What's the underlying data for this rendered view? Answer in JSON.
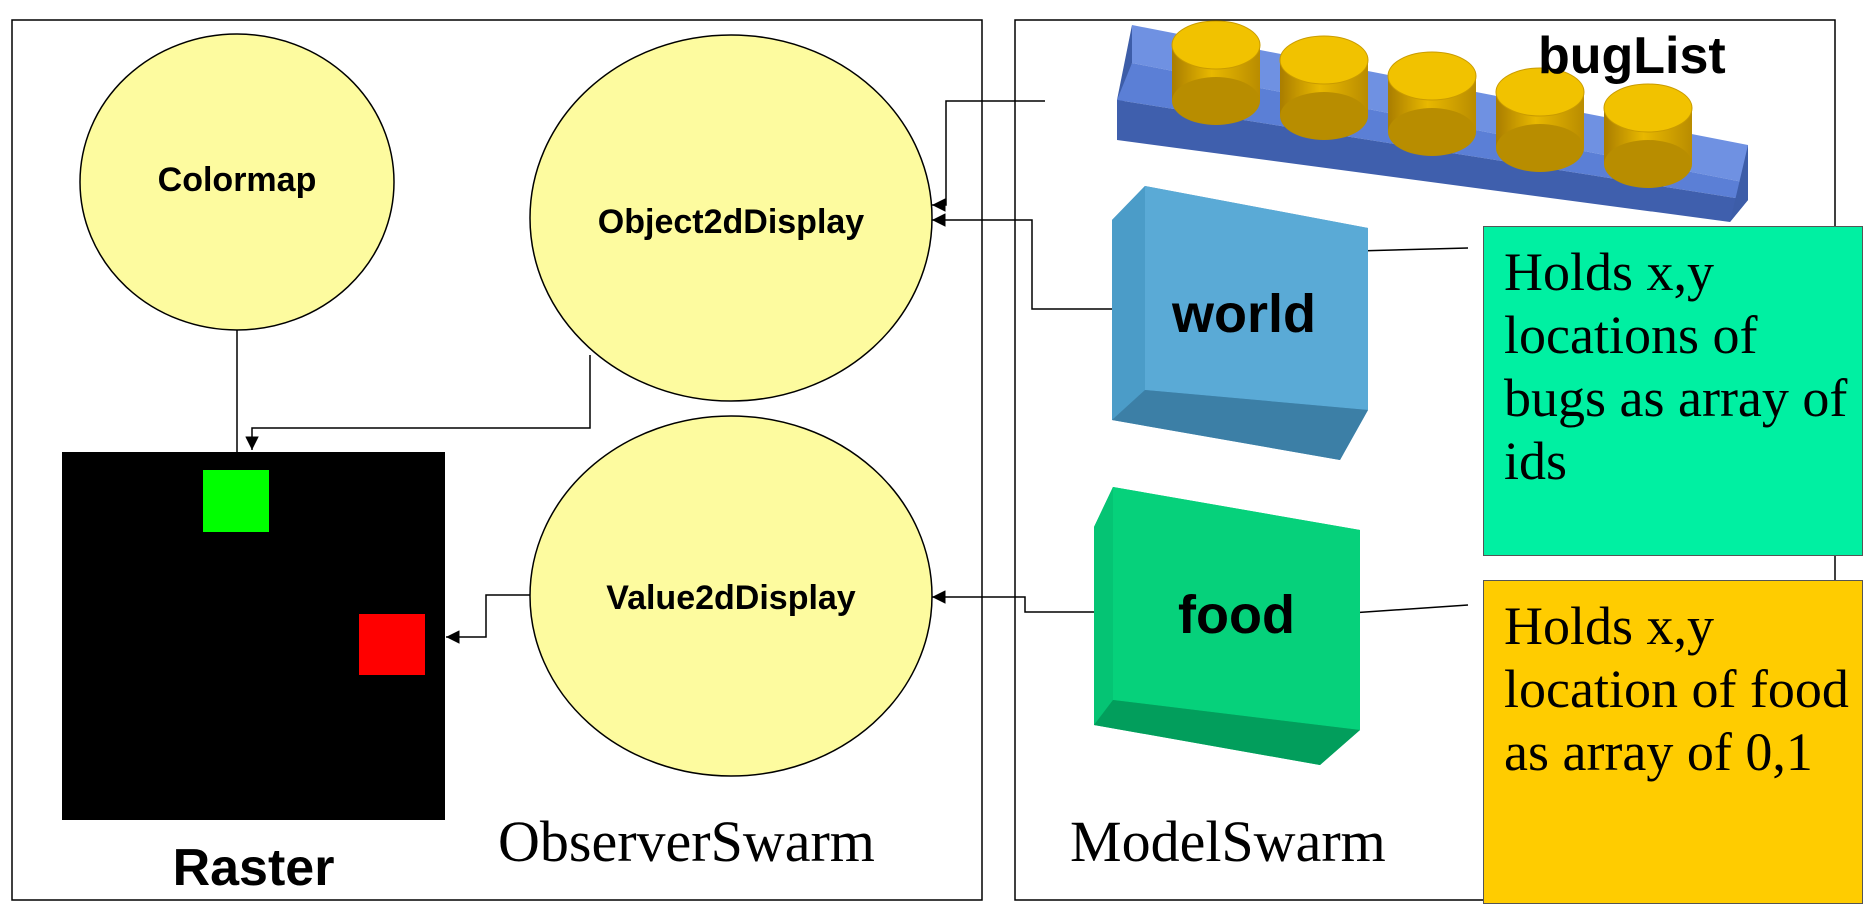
{
  "diagram": {
    "observer_swarm": {
      "label": "ObserverSwarm",
      "colormap": "Colormap",
      "object2d_display": "Object2dDisplay",
      "value2d_display": "Value2dDisplay",
      "raster": "Raster"
    },
    "model_swarm": {
      "label": "ModelSwarm",
      "bug_list": "bugList",
      "world": "world",
      "food": "food"
    },
    "notes": {
      "world_note": "Holds x,y locations of bugs as array of ids",
      "food_note": "Holds x,y location of food as array of 0,1"
    }
  },
  "colors": {
    "ellipse_fill": "#fdfb9f",
    "raster_bg": "#000000",
    "raster_green": "#00ff00",
    "raster_red": "#ff0000",
    "beam_blue": "#4f74cc",
    "bug_gold": "#d8a600",
    "world_blue": "#55a7d2",
    "food_green": "#05d17a",
    "note_green": "#00f0a2",
    "note_yellow": "#ffcc00"
  }
}
